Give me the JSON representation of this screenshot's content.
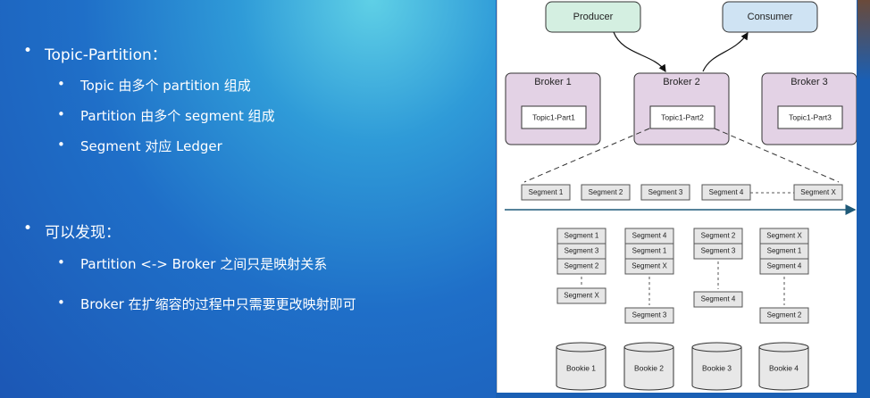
{
  "bullets": {
    "topic_partition": "Topic-Partition：",
    "sub1": [
      "Topic 由多个 partition 组成",
      "Partition 由多个 segment 组成",
      "Segment 对应 Ledger"
    ],
    "discover": "可以发现：",
    "sub2": [
      "Partition <-> Broker 之间只是映射关系",
      "Broker 在扩缩容的过程中只需要更改映射即可"
    ],
    "bullet_char": "•"
  },
  "diagram": {
    "producer": "Producer",
    "consumer": "Consumer",
    "brokers": [
      {
        "label": "Broker 1",
        "partition": "Topic1-Part1"
      },
      {
        "label": "Broker 2",
        "partition": "Topic1-Part2"
      },
      {
        "label": "Broker 3",
        "partition": "Topic1-Part3"
      }
    ],
    "segment_row": [
      "Segment 1",
      "Segment 2",
      "Segment 3",
      "Segment 4",
      "Segment X"
    ],
    "bookie_stacks": [
      {
        "top": [
          "Segment 1",
          "Segment 3",
          "Segment 2"
        ],
        "bottom": "Segment X"
      },
      {
        "top": [
          "Segment 4",
          "Segment 1",
          "Segment X"
        ],
        "bottom": "Segment 3"
      },
      {
        "top": [
          "Segment 2",
          "Segment 3"
        ],
        "bottom": "Segment 4"
      },
      {
        "top": [
          "Segment X",
          "Segment 1",
          "Segment 4"
        ],
        "bottom": "Segment 2"
      }
    ],
    "bookies": [
      "Bookie 1",
      "Bookie 2",
      "Bookie 3",
      "Bookie 4"
    ],
    "colors": {
      "producer_fill": "#d4efe1",
      "consumer_fill": "#cfe3f3",
      "broker_fill": "#e3d2e5",
      "segment_fill": "#e6e6e6",
      "bookie_fill": "#e8e8e8",
      "arrow_line": "#1f5a78"
    }
  }
}
